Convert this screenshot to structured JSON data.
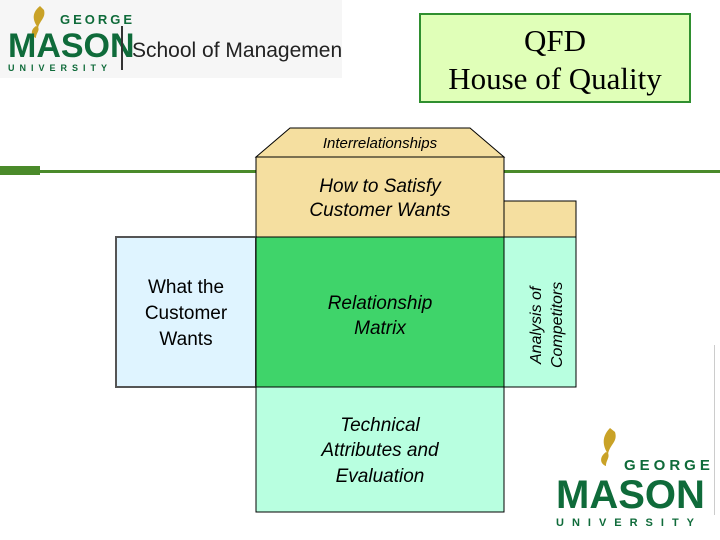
{
  "header": {
    "logo": {
      "george": "GEORGE",
      "mason": "MASON",
      "university": "UNIVERSITY",
      "school": "School of Management"
    },
    "title_line1": "QFD",
    "title_line2": "House of Quality"
  },
  "diagram": {
    "roof_label": "Interrelationships",
    "how_line1": "How to Satisfy",
    "how_line2": "Customer Wants",
    "what_line1": "What the",
    "what_line2": "Customer",
    "what_line3": "Wants",
    "matrix_line1": "Relationship",
    "matrix_line2": "Matrix",
    "competitors_line1": "Analysis of",
    "competitors_line2": "Competitors",
    "technical_line1": "Technical",
    "technical_line2": "Attributes and",
    "technical_line3": "Evaluation"
  },
  "footer_logo": {
    "george": "GEORGE",
    "mason": "MASON",
    "university": "UNIVERSITY"
  },
  "colors": {
    "green_dark": "#2f8f2f",
    "green_bright": "#3fd46a",
    "tan": "#f5dfa0",
    "mint": "#b8ffe0",
    "light_blue": "#dff4ff",
    "title_bg": "#e0ffb8",
    "mason_green": "#0f6b3a",
    "mason_gold": "#c9a227"
  }
}
